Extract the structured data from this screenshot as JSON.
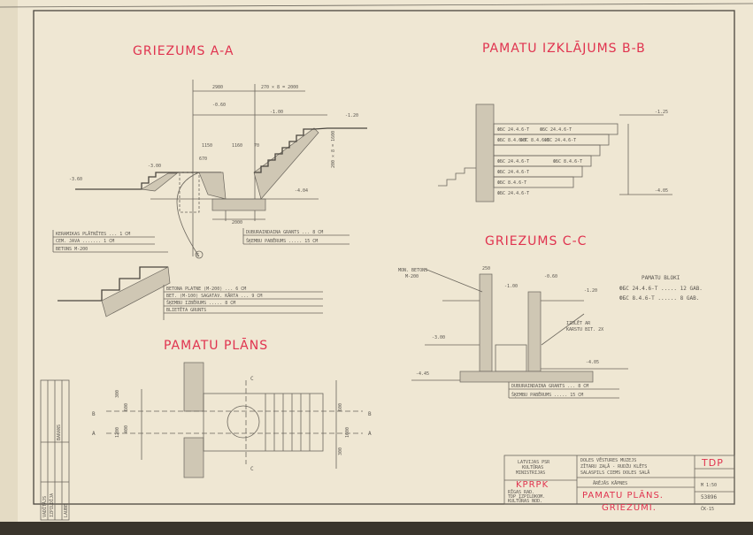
{
  "titles": {
    "section_aa": "GRIEZUMS A-A",
    "layout_bb": "PAMATU IZKLĀJUMS B-B",
    "section_cc": "GRIEZUMS C-C",
    "plan": "PAMATU PLĀNS"
  },
  "section_aa": {
    "dims": [
      "2980",
      "270 × 8 = 2000",
      "-0.60",
      "-1.00",
      "-1.20",
      "1150",
      "1160",
      "70",
      "670",
      "-3.00",
      "-3.60",
      "-4.04",
      "2000",
      "200 × 8 = 1600"
    ],
    "legend_top": [
      "KERAMIKAS PLĀTNĪTES ... 1 CM",
      "CEM. JAVA ....... 1 CM",
      "BETONS M-200"
    ],
    "legend_right": [
      "DUBURAINDAINA GRANTS ... 8 CM",
      "ŠĶEMBU PABĒRUMS ..... 15 CM"
    ],
    "legend_stair": [
      "BETONA PLATNE (M-200) ... 6 CM",
      "BET. (M-100) SAGATAV. KĀRTA ... 9 CM",
      "ŠĶEMBU IZBĒRUMS ..... 8 CM",
      "BLIETĒTA GRUNTS"
    ],
    "callout": "C"
  },
  "layout_bb": {
    "levels": [
      "-1.25",
      "-4.05"
    ],
    "blocks": [
      "ФБС 24.4.6-T",
      "ФБС 24.4.6-T",
      "ФБС 8.4.6-T",
      "ФБС 8.4.6-T",
      "ФБС 24.4.6-T",
      "ФБС 24.4.6-T",
      "ФБС 8.4.6-T",
      "ФБС 24.4.6-T",
      "ФБС 8.4.6-T",
      "ФБС 24.4.6-T"
    ]
  },
  "section_cc": {
    "mon_beton": [
      "MON. BETONS",
      "M-200"
    ],
    "levels": [
      "-0.60",
      "-1.00",
      "-1.20",
      "-3.00",
      "-4.05",
      "-4.45",
      "250"
    ],
    "insulation": [
      "IZOLĒT AR",
      "KARSTU BIT. 2X"
    ],
    "blocks_title": "PAMATU BLOKI",
    "blocks": [
      "ФБС 24.4.6-T ..... 12 GAB.",
      "ФБС 8.4.6-T ...... 8 GAB."
    ],
    "legend": [
      "DUBURAINDAINA GRANTS ... 8 CM",
      "ŠĶEMBU PABĒRUMS ..... 15 CM"
    ]
  },
  "plan": {
    "markers": [
      "C",
      "C",
      "B",
      "B",
      "A",
      "A"
    ],
    "dims": [
      "300",
      "1200",
      "600",
      "400",
      "1600",
      "600",
      "300"
    ]
  },
  "title_block": {
    "org": [
      "LATVIJAS PSR",
      "KULTŪRAS",
      "MINISTRIJAS"
    ],
    "org_code": "KPRPK",
    "client": [
      "RĪGAS RAD.",
      "TDP IZPILDKOM.",
      "KULTŪRAS NOD."
    ],
    "project": [
      "DOLES VĒSTURES MUZEJS",
      "ZĪTARU ZAĻĀ - RUDŽU KLĒTS",
      "SALASPILS CIEMS DOLES SALĀ"
    ],
    "object": "ĀRĒJĀS KĀPNES",
    "sheet_title": [
      "PAMATU PLĀNS.",
      "GRIEZUMI."
    ],
    "stage": "TDP",
    "scale": "M 1:50",
    "number": "53896",
    "sheet": "ČK-15"
  },
  "signatures": [
    "VADĪTĀJS",
    "BARANS",
    "IZPILDĪJA",
    "LAUBE"
  ]
}
